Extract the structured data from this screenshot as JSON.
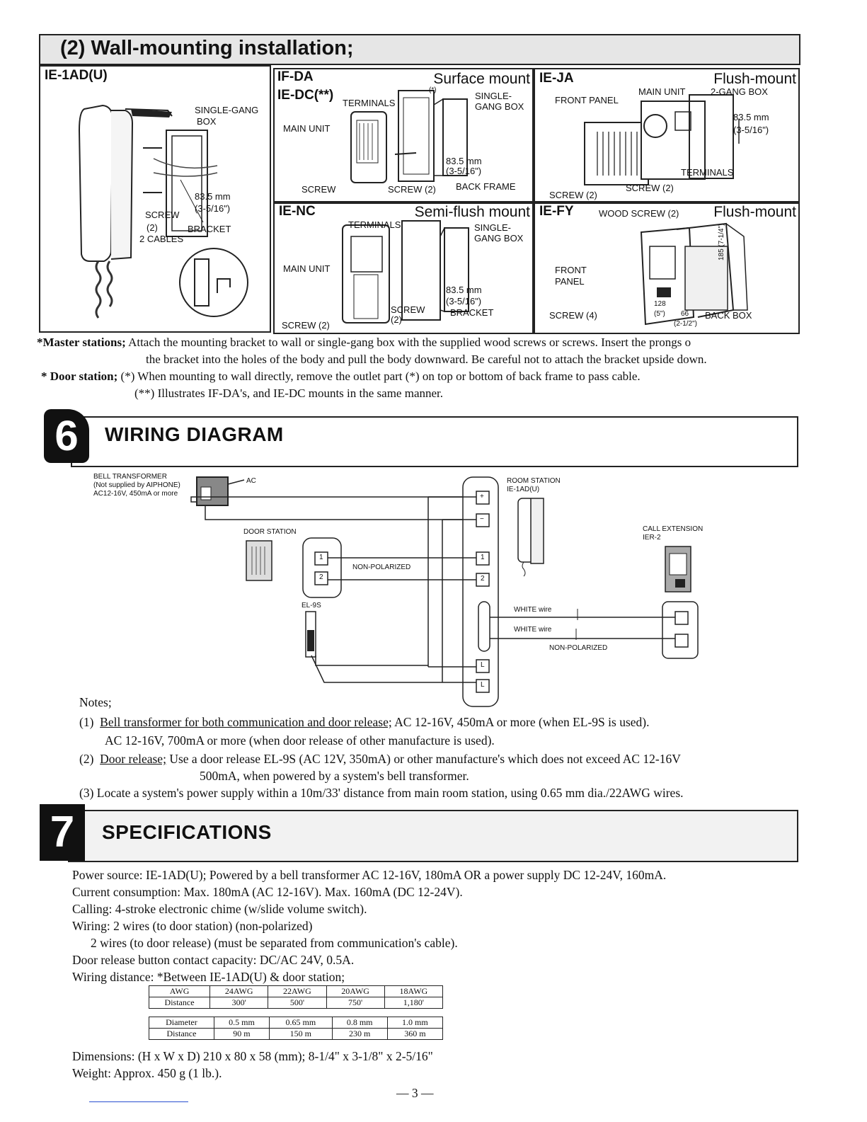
{
  "section2": {
    "title": "(2) Wall-mounting installation;"
  },
  "panels": {
    "ie1ad": {
      "title": "IE-1AD(U)",
      "labels": [
        "SINGLE-GANG",
        "BOX",
        "83.5 mm",
        "(3-5/16\")",
        "SCREW",
        "(2)",
        "BRACKET",
        "2 CABLES"
      ]
    },
    "ifda": {
      "title1": "IF-DA",
      "title2": "IE-DC(**)",
      "mount": "Surface mount",
      "labels": [
        "TERMINALS",
        "(*)",
        "SINGLE-",
        "GANG BOX",
        "MAIN UNIT",
        "83.5 mm",
        "(3-5/16\")",
        "SCREW",
        "SCREW (2)",
        "BACK FRAME"
      ]
    },
    "ieja": {
      "title": "IE-JA",
      "mount": "Flush-mount",
      "labels": [
        "FRONT PANEL",
        "MAIN UNIT",
        "2-GANG BOX",
        "83.5 mm",
        "(3-5/16\")",
        "TERMINALS",
        "SCREW (2)",
        "SCREW (2)"
      ]
    },
    "ienc": {
      "title": "IE-NC",
      "mount": "Semi-flush mount",
      "labels": [
        "TERMINALS",
        "SINGLE-",
        "GANG BOX",
        "MAIN UNIT",
        "83.5 mm",
        "(3-5/16\")",
        "SCREW",
        "(2)",
        "BRACKET",
        "SCREW (2)"
      ]
    },
    "iefy": {
      "title": "IE-FY",
      "mount": "Flush-mount",
      "labels": [
        "WOOD SCREW (2)",
        "FRONT",
        "PANEL",
        "SCREW (4)",
        "BACK BOX",
        "185 (7-1/4\")",
        "128",
        "(5\")",
        "66",
        "(2-1/2\")"
      ]
    }
  },
  "install_notes": {
    "master_label": "*Master stations;",
    "master_line1": "Attach the mounting bracket to wall or single-gang box with the supplied wood screws or screws. Insert the prongs o",
    "master_line2": "the bracket into the holes of the body and pull the body downward. Be careful not to attach the bracket upside down.",
    "door_label": "* Door station;",
    "door_line1": "(*) When mounting to wall directly, remove the outlet part (*) on top or bottom of back frame to pass cable.",
    "door_line2": "(**) Illustrates IF-DA's, and IE-DC mounts in the same manner."
  },
  "section6": {
    "number": "6",
    "title": "WIRING DIAGRAM"
  },
  "wiring": {
    "bell_transformer": "BELL TRANSFORMER",
    "not_supplied": "(Not supplied by AIPHONE)",
    "ac_rating": "AC12-16V, 450mA or more",
    "ac": "AC",
    "room_station": "ROOM STATION",
    "room_model": "IE-1AD(U)",
    "door_station": "DOOR STATION",
    "call_extension": "CALL EXTENSION",
    "call_model": "IER-2",
    "non_polarized": "NON-POLARIZED",
    "non_polarized2": "NON-POLARIZED",
    "el9s": "EL-9S",
    "white_wire1": "WHITE wire",
    "white_wire2": "WHITE wire",
    "terminals": [
      "+",
      "−",
      "1",
      "2",
      "L",
      "L"
    ],
    "door_terms": [
      "1",
      "2"
    ]
  },
  "notes6": {
    "heading": "Notes;",
    "n1_num": "(1)",
    "n1_u": "Bell transformer for both communication and door release;",
    "n1_rest": " AC 12-16V, 450mA or more (when EL-9S is used).",
    "n1_line2": "AC 12-16V, 700mA or more (when door release of other manufacture is used).",
    "n2_num": "(2)",
    "n2_u": "Door release;",
    "n2_rest": " Use a door release EL-9S (AC 12V, 350mA) or other manufacture's which does not exceed AC 12-16V",
    "n2_line2": "500mA, when powered by a system's bell transformer.",
    "n3": "(3) Locate a system's power supply within a 10m/33' distance from main room station, using 0.65 mm dia./22AWG wires."
  },
  "section7": {
    "number": "7",
    "title": "SPECIFICATIONS"
  },
  "specs": {
    "power": "Power source: IE-1AD(U); Powered by a bell transformer AC 12-16V, 180mA OR a power supply DC 12-24V, 160mA.",
    "current": "Current consumption: Max. 180mA (AC 12-16V). Max. 160mA (DC 12-24V).",
    "calling": "Calling: 4-stroke electronic chime (w/slide volume switch).",
    "wiring1": "Wiring: 2 wires (to door station) (non-polarized)",
    "wiring2": "2 wires (to door release) (must be separated from communication's cable).",
    "contact": "Door release button contact capacity: DC/AC 24V, 0.5A.",
    "distance": "Wiring distance: *Between IE-1AD(U) & door station;",
    "table1": [
      [
        "AWG",
        "24AWG",
        "22AWG",
        "20AWG",
        "18AWG"
      ],
      [
        "Distance",
        "300'",
        "500'",
        "750'",
        "1,180'"
      ]
    ],
    "table2": [
      [
        "Diameter",
        "0.5 mm",
        "0.65 mm",
        "0.8 mm",
        "1.0 mm"
      ],
      [
        "Distance",
        "90 m",
        "150 m",
        "230 m",
        "360 m"
      ]
    ],
    "dimensions": "Dimensions: (H x W x D) 210 x 80 x 58 (mm); 8-1/4\" x 3-1/8\" x 2-5/16\"",
    "weight": "Weight: Approx. 450 g (1 lb.)."
  },
  "page_number": "— 3 —"
}
